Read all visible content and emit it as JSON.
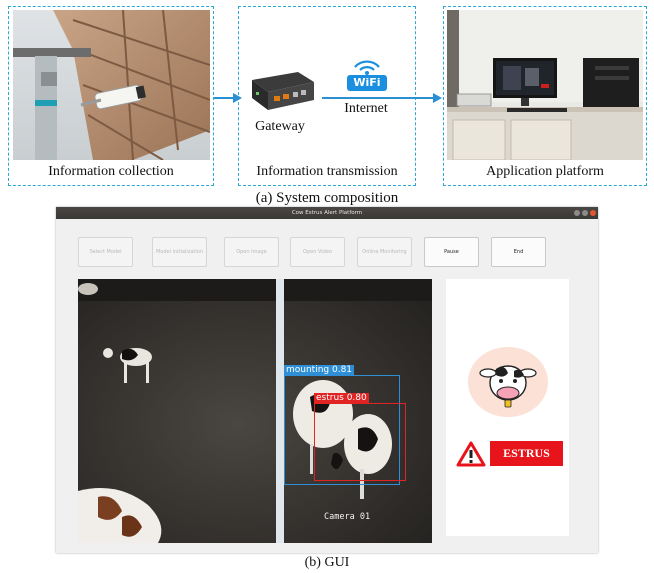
{
  "composition": {
    "caption": "(a) System composition",
    "blocks": [
      {
        "label": "Information collection"
      },
      {
        "label": "Information transmission",
        "device_label": "Gateway",
        "link_label": "Internet",
        "wifi_badge": "WiFi"
      },
      {
        "label": "Application platform"
      }
    ]
  },
  "gui": {
    "caption": "(b) GUI",
    "window_title": "Cow Estrus Alert Platform",
    "buttons": [
      {
        "label": "Select Model",
        "enabled": false
      },
      {
        "label": "Model initialization",
        "enabled": false
      },
      {
        "label": "Open Image",
        "enabled": false
      },
      {
        "label": "Open Video",
        "enabled": false
      },
      {
        "label": "Online Monitoring",
        "enabled": false
      },
      {
        "label": "Pause",
        "enabled": true
      },
      {
        "label": "End",
        "enabled": true
      }
    ],
    "video": {
      "camera_label": "Camera 01",
      "detections": [
        {
          "label": "mounting 0.81",
          "color": "#2f8fd6"
        },
        {
          "label": "estrus 0.80",
          "color": "#e02424"
        }
      ]
    },
    "alert": {
      "icon": "cow-face-icon",
      "warning_icon": "warning-triangle-icon",
      "badge": "ESTRUS",
      "badge_color": "#e8141b"
    }
  }
}
